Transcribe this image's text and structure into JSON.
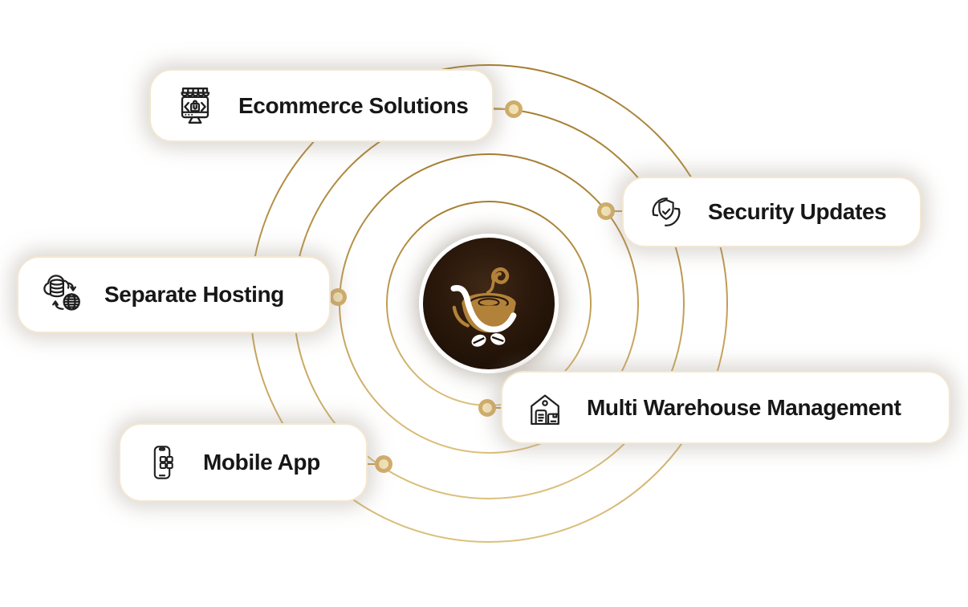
{
  "features": [
    {
      "label": "Ecommerce Solutions",
      "icon": "storefront-monitor-icon"
    },
    {
      "label": "Security Updates",
      "icon": "shield-refresh-icon"
    },
    {
      "label": "Separate Hosting",
      "icon": "database-globe-sync-icon"
    },
    {
      "label": "Multi Warehouse Management",
      "icon": "warehouse-package-icon"
    },
    {
      "label": "Mobile App",
      "icon": "smartphone-app-grid-icon"
    }
  ],
  "center": {
    "logo": "coffee-cart-logo"
  },
  "colors": {
    "ring-gold": "#bd9245",
    "connector-gold": "#c49c55",
    "dot-ring": "#d2ae6a",
    "dot-fill": "#f3e3b8",
    "card-border": "#f4e7d1",
    "label-text": "#171717",
    "logo-gold": "#b2823a",
    "logo-bg": "#1c0f05"
  }
}
